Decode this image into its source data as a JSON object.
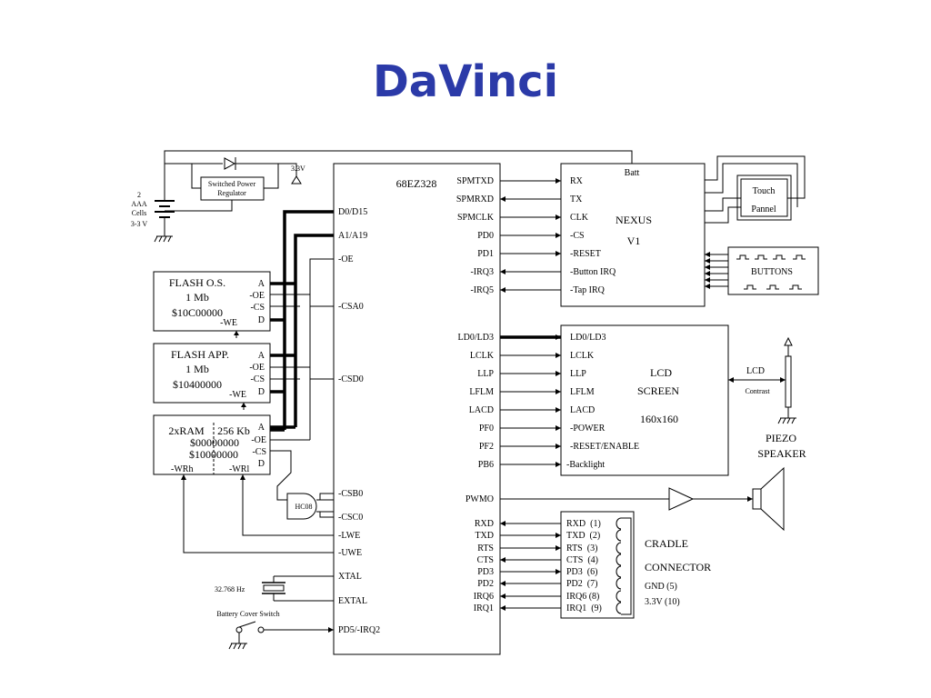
{
  "title": "DaVinci",
  "cpu": {
    "name": "68EZ328",
    "left_pins": [
      "D0/D15",
      "A1/A19",
      "-OE",
      "-CSA0",
      "-CSD0",
      "-CSB0",
      "-CSC0",
      "-LWE",
      "-UWE",
      "XTAL",
      "EXTAL",
      "PD5/-IRQ2"
    ],
    "right_pins": [
      "SPMTXD",
      "SPMRXD",
      "SPMCLK",
      "PD0",
      "PD1",
      "-IRQ3",
      "-IRQ5",
      "LD0/LD3",
      "LCLK",
      "LLP",
      "LFLM",
      "LACD",
      "PF0",
      "PF2",
      "PB6",
      "PWMO",
      "RXD",
      "TXD",
      "RTS",
      "CTS",
      "PD3",
      "PD2",
      "IRQ6",
      "IRQ1"
    ]
  },
  "power": {
    "battery": [
      "2",
      "AAA",
      "Cells",
      "3-3 V"
    ],
    "regulator": [
      "Switched Power",
      "Regulator"
    ],
    "rail": "3.3V"
  },
  "flash_os": {
    "lines": [
      "FLASH O.S.",
      "1 Mb",
      "$10C00000"
    ],
    "pins": [
      "A",
      "-OE",
      "-CS",
      "D"
    ],
    "we": "-WE"
  },
  "flash_app": {
    "lines": [
      "FLASH APP.",
      "1 Mb",
      "$10400000"
    ],
    "pins": [
      "A",
      "-OE",
      "-CS",
      "D"
    ],
    "we": "-WE"
  },
  "ram": {
    "lines": [
      "2xRAM",
      "256 Kb",
      "$00000000",
      "$10000000"
    ],
    "pins": [
      "A",
      "-OE",
      "-CS",
      "D"
    ],
    "wrh": "-WRh",
    "wrl": "-WRl"
  },
  "hc08": "HC08",
  "crystal": "32.768 Hz",
  "battery_switch": "Battery Cover Switch",
  "nexus": {
    "batt": "Batt",
    "pins": [
      "RX",
      "TX",
      "CLK",
      "-CS",
      "-RESET",
      "-Button IRQ",
      "-Tap IRQ"
    ],
    "name": [
      "NEXUS",
      "V1"
    ]
  },
  "touch": [
    "Touch",
    "Pannel"
  ],
  "buttons": "BUTTONS",
  "lcd": {
    "pins": [
      "LD0/LD3",
      "LCLK",
      "LLP",
      "LFLM",
      "LACD",
      "-POWER",
      "-RESET/ENABLE",
      "-Backlight"
    ],
    "name": [
      "LCD",
      "SCREEN",
      "160x160"
    ],
    "contrast": [
      "LCD",
      "Contrast"
    ]
  },
  "piezo": [
    "PIEZO",
    "SPEAKER"
  ],
  "cradle": {
    "pins": [
      "RXD  (1)",
      "TXD  (2)",
      "RTS  (3)",
      "CTS  (4)",
      "PD3  (6)",
      "PD2  (7)",
      "IRQ6 (8)",
      "IRQ1  (9)"
    ],
    "name": [
      "CRADLE",
      "CONNECTOR"
    ],
    "extra": [
      "GND (5)",
      "3.3V (10)"
    ]
  }
}
